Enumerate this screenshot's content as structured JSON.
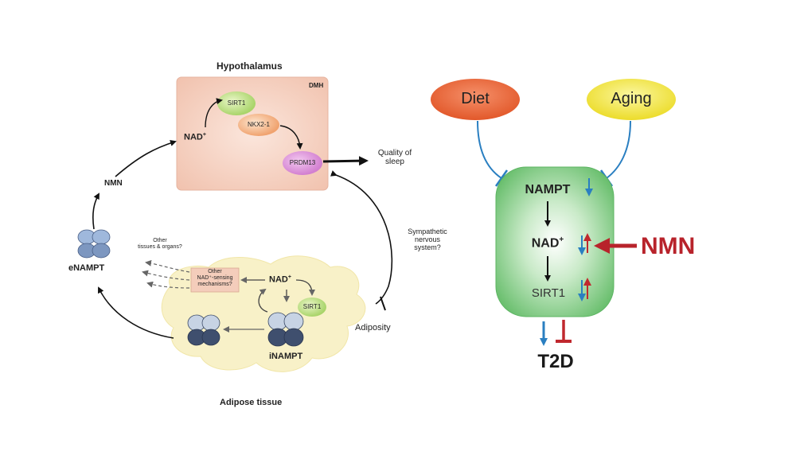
{
  "left_panel": {
    "hypothalamus_title": "Hypothalamus",
    "dmh_label": "DMH",
    "nad_label": "NAD",
    "nad_sup": "+",
    "sirt1_label": "SIRT1",
    "nkx21_label": "NKX2-1",
    "prdm13_label": "PRDM13",
    "quality_of_sleep": [
      "Quality of",
      "sleep"
    ],
    "nmn_label": "NMN",
    "enampt_label": "eNAMPT",
    "other_tissues": [
      "Other",
      "tissues & organs?"
    ],
    "other_mechanisms": [
      "Other",
      "NAD⁺-sensing",
      "mechanisms?"
    ],
    "adipose_nad_label": "NAD",
    "adipose_nad_sup": "+",
    "adipose_sirt1_label": "SIRT1",
    "inampt_label": "iNAMPT",
    "adipose_tissue_title": "Adipose tissue",
    "sympathetic": [
      "Sympathetic",
      "nervous",
      "system?"
    ],
    "adiposity_label": "Adiposity"
  },
  "right_panel": {
    "diet_label": "Diet",
    "aging_label": "Aging",
    "nampt_label": "NAMPT",
    "nad_label": "NAD",
    "nad_sup": "+",
    "sirt1_label": "SIRT1",
    "nmn_label": "NMN",
    "t2d_label": "T2D"
  },
  "colors": {
    "diet": "#e8643a",
    "aging": "#f2e43a",
    "green_box": "#7cc97e",
    "down_arrow": "#2a7fc1",
    "up_arrow": "#c0282e",
    "nmn_red": "#b8232b",
    "hypothalamus_bg": "#f6d3c4",
    "adipose_bg": "#f8f1c8"
  }
}
